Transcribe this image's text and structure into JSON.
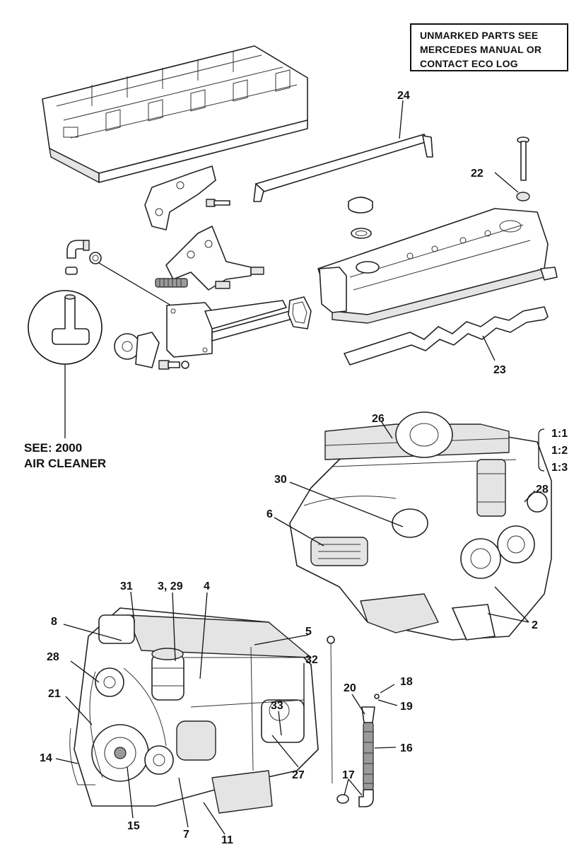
{
  "note": {
    "lines": [
      "UNMARKED PARTS SEE",
      "MERCEDES MANUAL OR",
      "CONTACT ECO LOG"
    ]
  },
  "reference": {
    "line1": "SEE: 2000",
    "line2": "AIR CLEANER"
  },
  "callouts": {
    "c24": "24",
    "c22": "22",
    "c23": "23",
    "c26": "26",
    "c1_1": "1:1",
    "c1_2": "1:2",
    "c1_3": "1:3",
    "c28a": "28",
    "c30": "30",
    "c6": "6",
    "c2": "2",
    "c31": "31",
    "c3_29": "3, 29",
    "c4": "4",
    "c8": "8",
    "c5": "5",
    "c28b": "28",
    "c32": "32",
    "c21": "21",
    "c20": "20",
    "c18": "18",
    "c19": "19",
    "c33": "33",
    "c16": "16",
    "c14": "14",
    "c27": "27",
    "c17": "17",
    "c15": "15",
    "c7": "7",
    "c11": "11"
  }
}
